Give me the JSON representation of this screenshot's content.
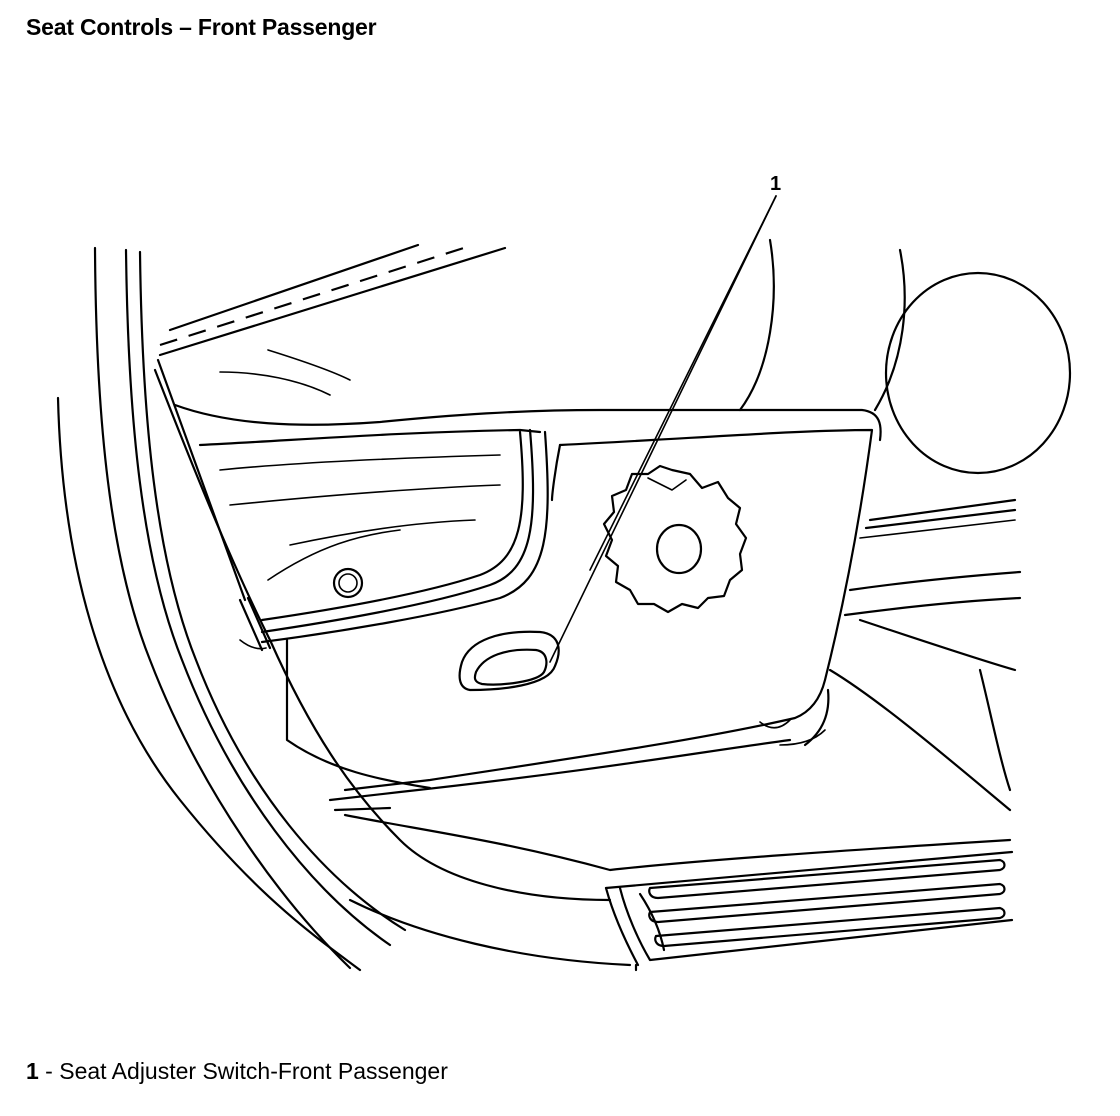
{
  "title": "Seat Controls – Front Passenger",
  "callouts": [
    {
      "number": "1"
    }
  ],
  "legend": [
    {
      "number": "1",
      "separator": " - ",
      "description": "Seat Adjuster Switch-Front Passenger"
    }
  ],
  "colors": {
    "ink": "#000000",
    "background": "#ffffff"
  }
}
